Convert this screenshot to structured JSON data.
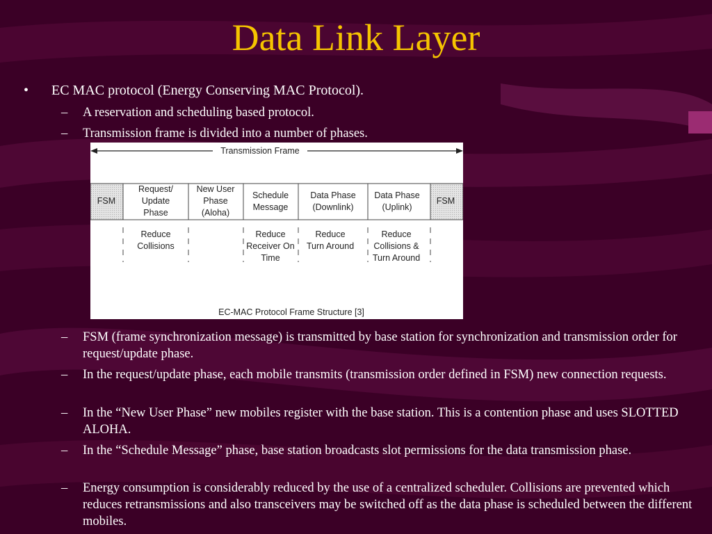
{
  "slide": {
    "title": "Data Link Layer",
    "bullet_marker": "•",
    "dash_marker": "–",
    "main_bullet": "EC MAC protocol (Energy Conserving MAC Protocol).",
    "sub_bullets_top": [
      "A reservation and scheduling based protocol.",
      "Transmission frame is divided into a number of phases."
    ],
    "sub_bullets_bottom": [
      "FSM (frame synchronization message) is transmitted by base station for synchronization and transmission order for request/update phase.",
      "In the request/update phase, each mobile transmits (transmission order defined in FSM) new connection requests.",
      "In the “New User Phase” new mobiles register with the base station. This is a contention phase and uses SLOTTED ALOHA.",
      "In the “Schedule Message” phase, base station broadcasts slot permissions for the data transmission phase.",
      "Energy consumption is considerably reduced by the use of a centralized scheduler. Collisions are prevented which reduces retransmissions and also transceivers may be switched off as the data phase is scheduled between the different mobiles."
    ]
  },
  "figure": {
    "span_label": "Transmission Frame",
    "caption": "EC-MAC Protocol Frame Structure [3]",
    "phases": [
      {
        "lines": [
          "FSM"
        ],
        "notes": []
      },
      {
        "lines": [
          "Request/",
          "Update",
          "Phase"
        ],
        "notes": [
          "Reduce",
          "Collisions"
        ]
      },
      {
        "lines": [
          "New User",
          "Phase",
          "(Aloha)"
        ],
        "notes": []
      },
      {
        "lines": [
          "Schedule",
          "Message"
        ],
        "notes": [
          "Reduce",
          "Receiver On",
          "Time"
        ]
      },
      {
        "lines": [
          "Data Phase",
          "(Downlink)"
        ],
        "notes": [
          "Reduce",
          "Turn Around"
        ]
      },
      {
        "lines": [
          "Data Phase",
          "(Uplink)"
        ],
        "notes": [
          "Reduce",
          "Collisions &",
          "Turn Around"
        ]
      },
      {
        "lines": [
          "FSM"
        ],
        "notes": []
      }
    ]
  }
}
